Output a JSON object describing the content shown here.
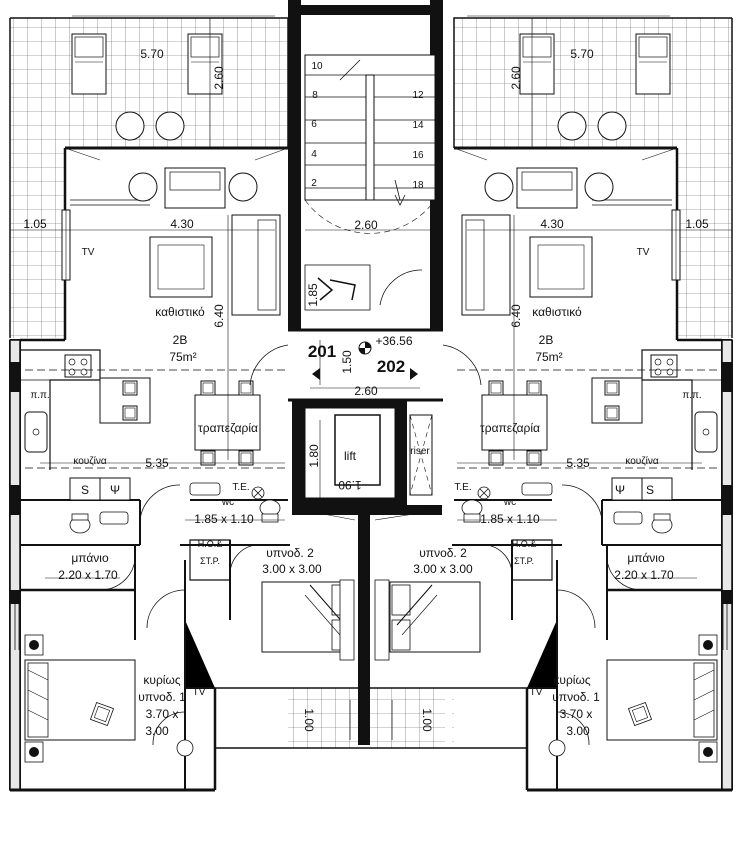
{
  "center": {
    "elevation": "+36.56",
    "unit_left_no": "201",
    "unit_right_no": "202",
    "lift_label": "lift",
    "riser_label": "riser",
    "lobby_width": "2.60",
    "lobby_depth": "1.50",
    "lift_width": "1.90",
    "lift_depth": "1.80",
    "stair_width": "2.60",
    "stair_landing": "1.85",
    "stair_steps_left": [
      "10",
      "8",
      "6",
      "4",
      "2"
    ],
    "stair_steps_right": [
      "12",
      "14",
      "16",
      "18"
    ],
    "bottom_gap": "1.00"
  },
  "unit_left": {
    "balcony_width": "5.70",
    "balcony_depth": "2.60",
    "living_width": "4.30",
    "living_depth": "6.40",
    "side_balcony": "1.05",
    "living_name": "καθιστικό",
    "unit_type": "2B",
    "unit_area": "75m²",
    "tv": "TV",
    "dining_name": "τραπεζαρία",
    "kitchen_name": "κουζίνα",
    "kitchen_width": "5.35",
    "washer_tag": "π.π.",
    "appliance_s": "S",
    "appliance_psi": "Ψ",
    "wc_name": "wc",
    "wc_dims": "1.85 x 1.10",
    "te_tag": "T.E.",
    "bath_name": "μπάνιο",
    "bath_dims": "2.20 x 1.70",
    "storage_tag_1": "Η.Ο.&",
    "storage_tag_2": "ΣΤ.Ρ.",
    "bed2_name": "υπνοδ. 2",
    "bed2_dims": "3.00 x 3.00",
    "master_line1": "κυρίως",
    "master_line2": "υπνοδ. 1",
    "master_line3": "3.70 x",
    "master_line4": "3.00",
    "master_tv": "TV"
  },
  "unit_right": {
    "balcony_width": "5.70",
    "balcony_depth": "2.60",
    "living_width": "4.30",
    "living_depth": "6.40",
    "side_balcony": "1.05",
    "living_name": "καθιστικό",
    "unit_type": "2B",
    "unit_area": "75m²",
    "tv": "TV",
    "dining_name": "τραπεζαρία",
    "kitchen_name": "κουζίνα",
    "kitchen_width": "5.35",
    "washer_tag": "π.π.",
    "appliance_s": "S",
    "appliance_psi": "Ψ",
    "wc_name": "wc",
    "wc_dims": "1.85 x 1.10",
    "te_tag": "T.E.",
    "bath_name": "μπάνιο",
    "bath_dims": "2.20 x 1.70",
    "storage_tag_1": "Η.Ο.&",
    "storage_tag_2": "ΣΤ.Ρ.",
    "bed2_name": "υπνοδ. 2",
    "bed2_dims": "3.00 x 3.00",
    "master_line1": "κυρίως",
    "master_line2": "υπνοδ. 1",
    "master_line3": "3.70 x",
    "master_line4": "3.00",
    "master_tv": "TV"
  }
}
